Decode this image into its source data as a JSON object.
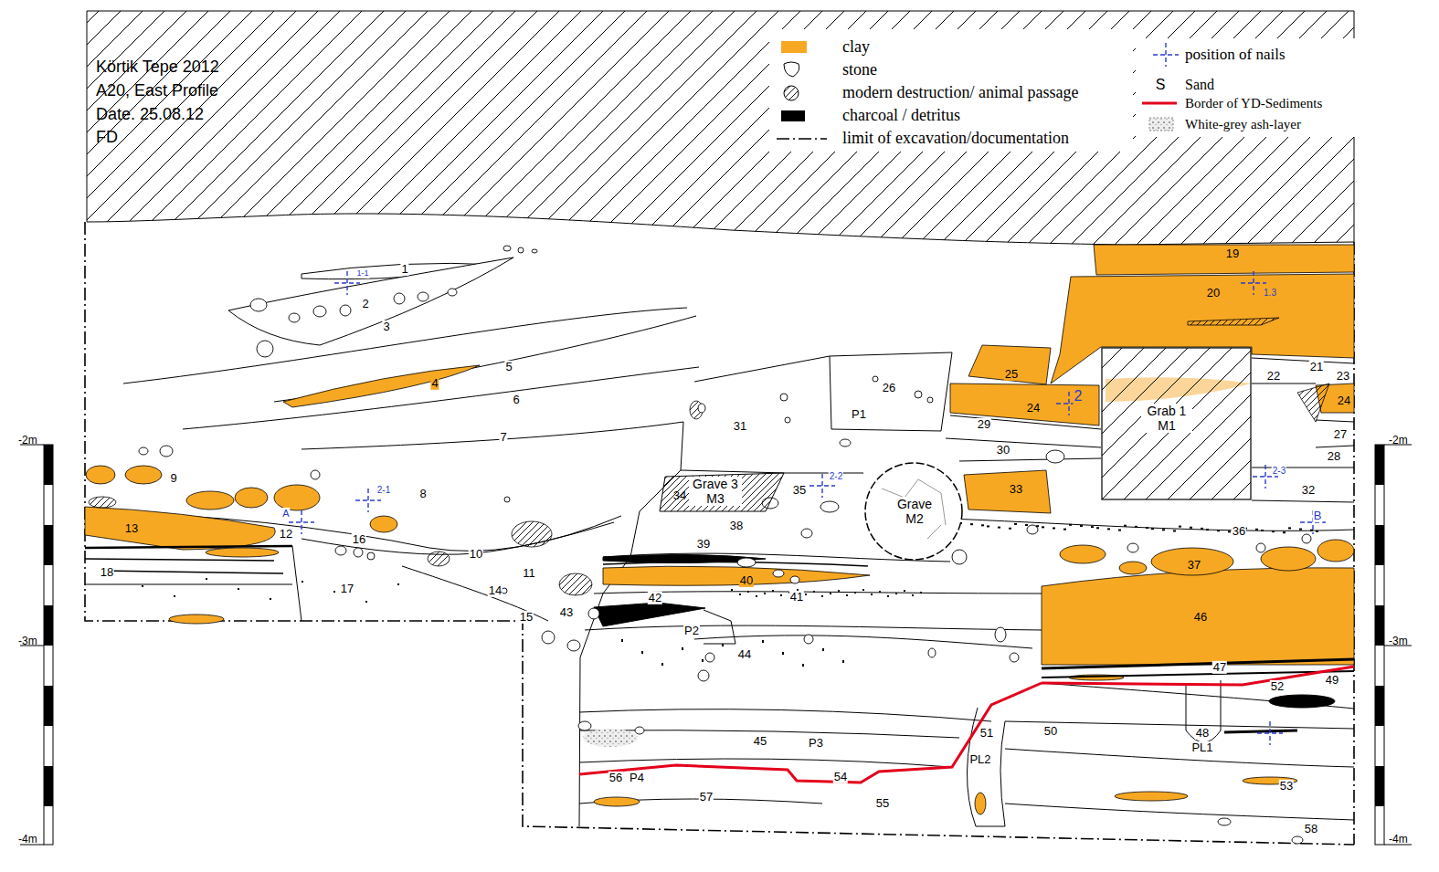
{
  "diagram": {
    "title": "Körtik Tepe 2012",
    "nodes": [
      {
        "text": [
          "Grave 3 M3"
        ]
      },
      {
        "text": [
          "Grave M2"
        ]
      },
      {
        "text": [
          "Grab 1 M1"
        ]
      }
    ],
    "labels": [
      "A20, East Profile",
      "Date. 25.08.12",
      "FD",
      "S",
      "1",
      "2",
      "3",
      "4",
      "5",
      "6",
      "7",
      "8",
      "9",
      "10",
      "11",
      "12",
      "13",
      "14",
      "15",
      "16",
      "17",
      "18",
      "19",
      "20",
      "21",
      "22",
      "23",
      "24",
      "24",
      "25",
      "26",
      "27",
      "28",
      "29",
      "30",
      "31",
      "32",
      "33",
      "34",
      "35",
      "36",
      "37",
      "38",
      "39",
      "40",
      "41",
      "42",
      "43",
      "44",
      "45",
      "46",
      "47",
      "48",
      "49",
      "50",
      "51",
      "52",
      "53",
      "54",
      "55",
      "56",
      "57",
      "58",
      "P1",
      "P2",
      "P3",
      "P4",
      "PL1",
      "PL2",
      "1-1",
      "1.3",
      "2",
      "2-1",
      "2-2",
      "2-3",
      "A",
      "B",
      "-2m",
      "-3m",
      "-4m",
      "-2m",
      "-3m",
      "-4m"
    ],
    "legend": [
      {
        "text": "clay",
        "color": "#f7a823"
      },
      {
        "text": "stone"
      },
      {
        "text": "modern destruction/ animal passage"
      },
      {
        "text": "charcoal / detritus",
        "color": "#000000"
      },
      {
        "text": "limit of excavation/documentation"
      },
      {
        "text": "position of nails"
      },
      {
        "text": "Sand"
      },
      {
        "text": "Border of YD-Sediments"
      },
      {
        "text": "White-grey ash-layer"
      }
    ]
  }
}
